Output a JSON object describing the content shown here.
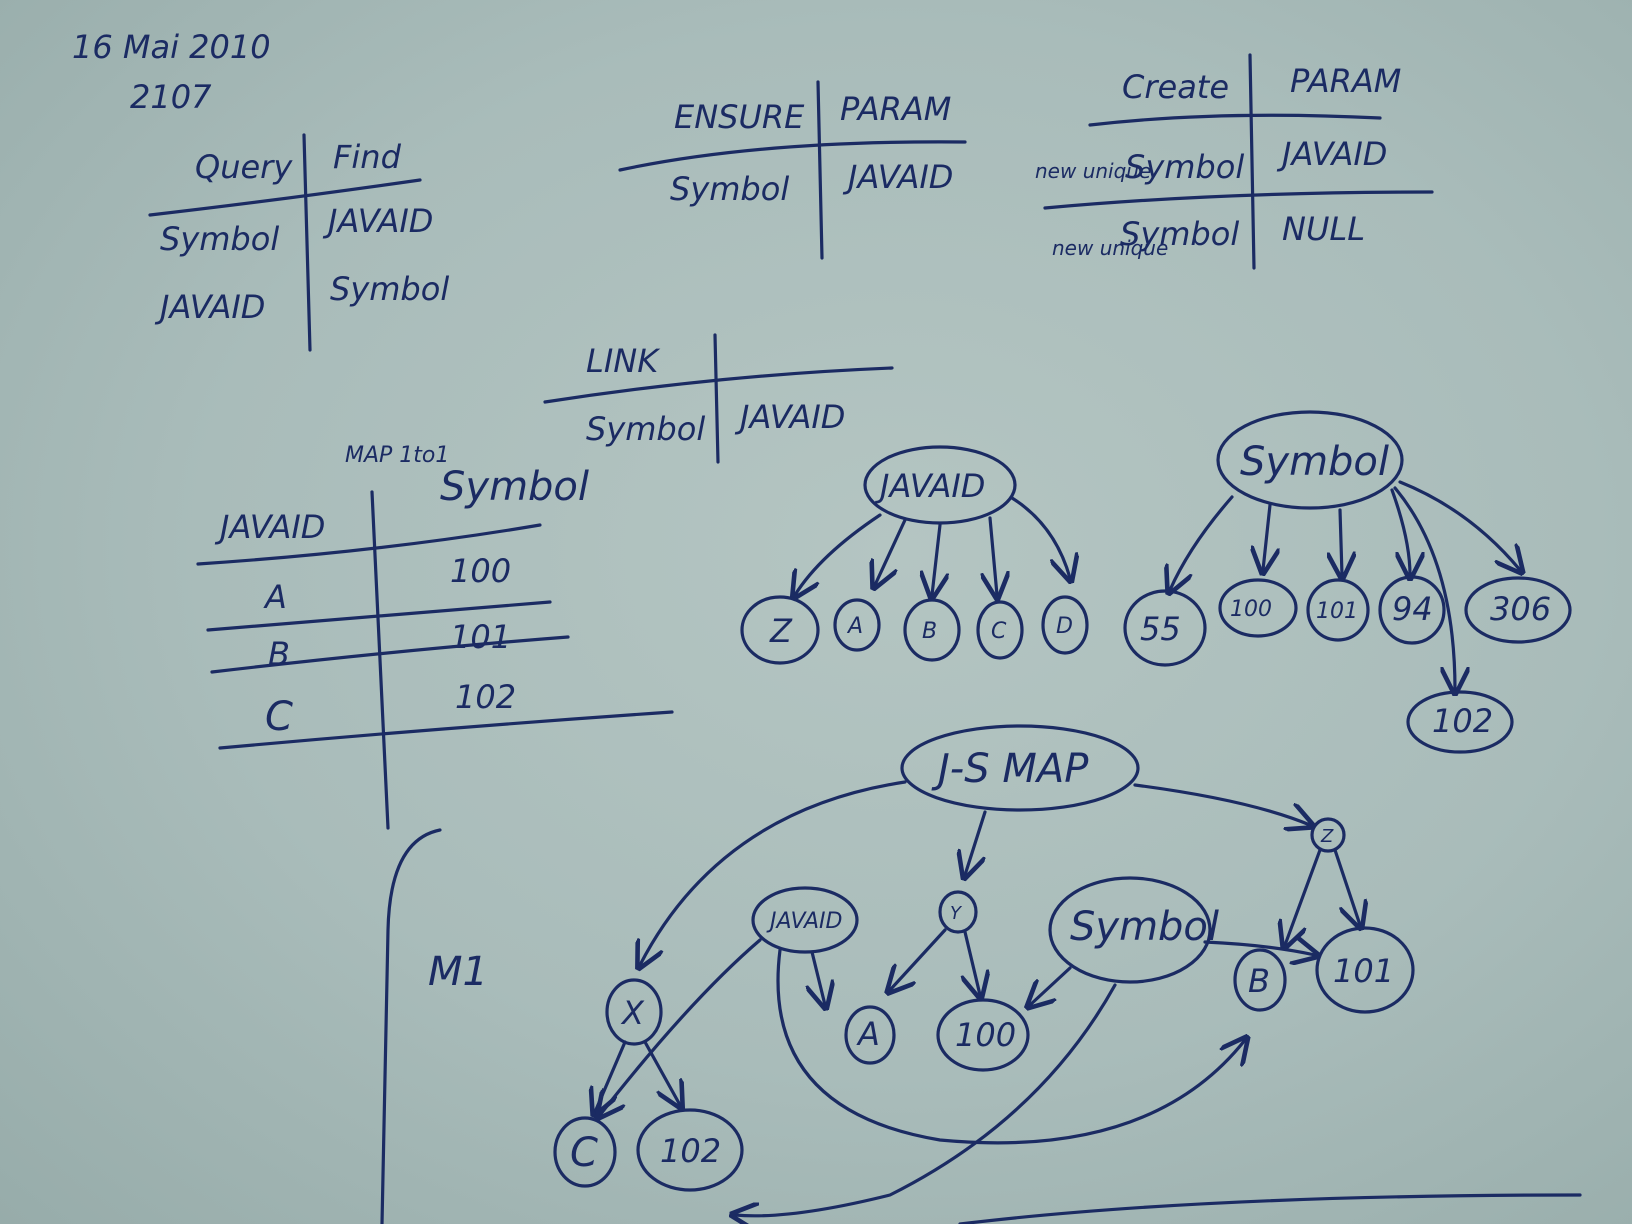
{
  "header": {
    "date": "16 Mai 2010",
    "time": "2107"
  },
  "query_table": {
    "headers": [
      "Query",
      "Find"
    ],
    "rows": [
      [
        "Symbol",
        "JAVAID"
      ],
      [
        "JAVAID",
        "Symbol"
      ]
    ]
  },
  "ensure_table": {
    "headers": [
      "ENSURE",
      "PARAM"
    ],
    "rows": [
      [
        "Symbol",
        "JAVAID"
      ]
    ]
  },
  "create_table": {
    "headers": [
      "Create",
      "PARAM"
    ],
    "rows": [
      {
        "note": "new unique",
        "key": "Symbol",
        "param": "JAVAID"
      },
      {
        "note": "new unique",
        "key": "Symbol",
        "param": "NULL"
      }
    ]
  },
  "link_table": {
    "header": "LINK",
    "rows": [
      [
        "Symbol",
        "JAVAID"
      ]
    ]
  },
  "map_table": {
    "caption": "MAP 1to1",
    "headers": [
      "JAVAID",
      "Symbol"
    ],
    "rows": [
      [
        "A",
        "100"
      ],
      [
        "B",
        "101"
      ],
      [
        "C",
        "102"
      ]
    ]
  },
  "javaid_tree": {
    "root": "JAVAID",
    "children": [
      "Z",
      "A",
      "B",
      "C",
      "D"
    ]
  },
  "symbol_tree": {
    "root": "Symbol",
    "children": [
      "55",
      "100",
      "101",
      "94",
      "306",
      "102"
    ]
  },
  "jsmap_diagram": {
    "label": "M1",
    "root": "J-S MAP",
    "nodes": {
      "javaid": "JAVAID",
      "y": "Y",
      "symbol": "Symbol",
      "z": "Z",
      "x": "X",
      "a": "A",
      "n100": "100",
      "b": "B",
      "n101": "101",
      "c": "C",
      "n102": "102"
    }
  }
}
